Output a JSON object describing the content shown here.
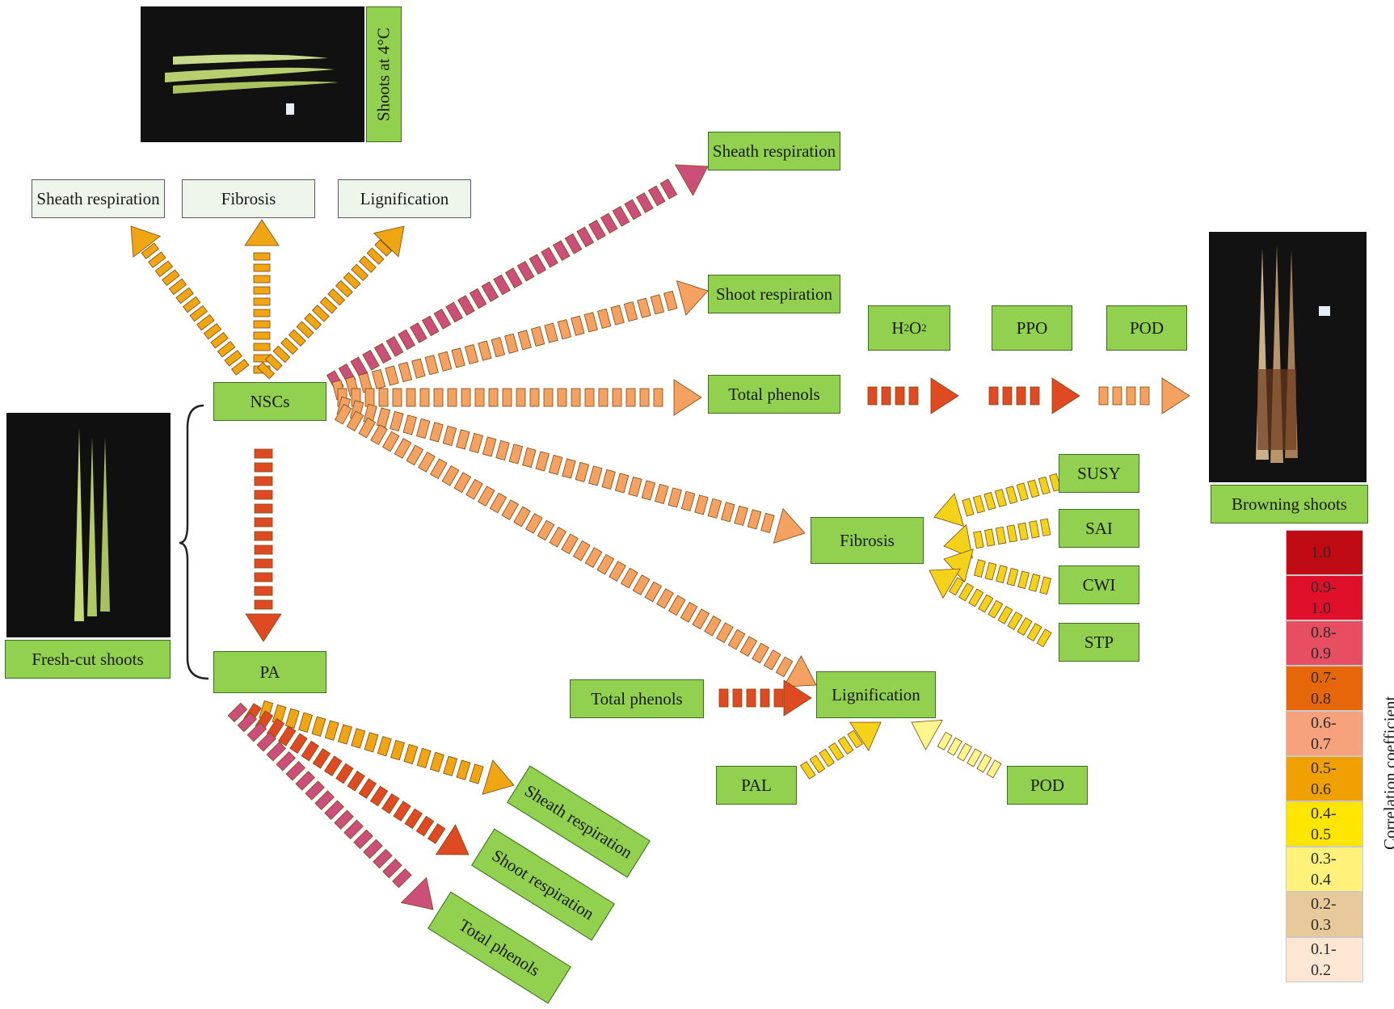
{
  "labels": {
    "shoots_4c": "Shoots at 4°C",
    "fresh_cut": "Fresh-cut shoots",
    "browning": "Browning shoots",
    "top_sheath_resp": "Sheath respiration",
    "top_fibrosis": "Fibrosis",
    "top_lignification": "Lignification",
    "nscs": "NSCs",
    "pa": "PA",
    "sheath_resp": "Sheath respiration",
    "shoot_resp": "Shoot respiration",
    "total_phenols": "Total phenols",
    "h2o2_main": "H",
    "h2o2_sub1": "2",
    "h2o2_mid": "O",
    "h2o2_sub2": "2",
    "ppo": "PPO",
    "pod_top": "POD",
    "susy": "SUSY",
    "sai": "SAI",
    "cwi": "CWI",
    "stp": "STP",
    "fibrosis": "Fibrosis",
    "lignification": "Lignification",
    "total_phenols_2": "Total phenols",
    "pal": "PAL",
    "pod_bottom": "POD",
    "pa_sheath_resp": "Sheath respiration",
    "pa_shoot_resp": "Shoot respiration",
    "pa_total_phenols": "Total phenols"
  },
  "legend": {
    "title": "Correlation  coefficient",
    "items": [
      {
        "label": "1.0",
        "color": "#c00a14"
      },
      {
        "label": "0.9-\n1.0",
        "color": "#e0102a"
      },
      {
        "label": "0.8-\n0.9",
        "color": "#e84e62"
      },
      {
        "label": "0.7-\n0.8",
        "color": "#e8660a"
      },
      {
        "label": "0.6-\n0.7",
        "color": "#f7a27c"
      },
      {
        "label": "0.5-\n0.6",
        "color": "#f0a000"
      },
      {
        "label": "0.4-\n0.5",
        "color": "#ffe600"
      },
      {
        "label": "0.3-\n0.4",
        "color": "#fff17a"
      },
      {
        "label": "0.2-\n0.3",
        "color": "#e8c99a"
      },
      {
        "label": "0.1-\n0.2",
        "color": "#fde6d2"
      }
    ]
  },
  "colors": {
    "box_fill": "#92d050",
    "box_pale": "#eef5ea",
    "magenta": "#cc4f79",
    "salmon": "#f4a161",
    "orange": "#f0a513",
    "red": "#e04a22",
    "yellow": "#f4d21a",
    "pale_yellow": "#fdf68c"
  }
}
